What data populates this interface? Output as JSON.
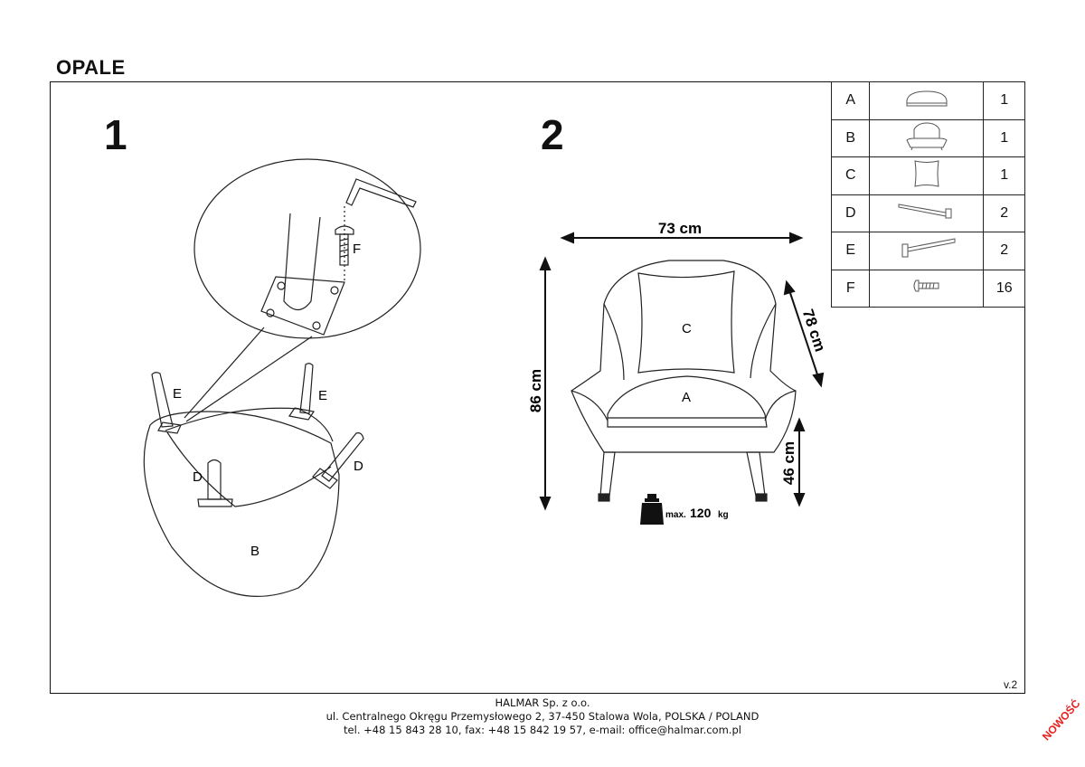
{
  "title": "OPALE",
  "steps": {
    "step1": "1",
    "step2": "2"
  },
  "step1_labels": {
    "e_left": "E",
    "e_right": "E",
    "d_left": "D",
    "d_right": "D",
    "b": "B",
    "f": "F"
  },
  "step2_labels": {
    "c": "C",
    "a": "A"
  },
  "dimensions": {
    "width": "73 cm",
    "depth": "78 cm",
    "height": "86 cm",
    "seat_height": "46 cm"
  },
  "max_load": {
    "prefix": "max.",
    "value": "120",
    "unit": "kg"
  },
  "parts": [
    {
      "label": "A",
      "icon": "seat-cushion-icon",
      "qty": "1"
    },
    {
      "label": "B",
      "icon": "armchair-body-icon",
      "qty": "1"
    },
    {
      "label": "C",
      "icon": "pillow-icon",
      "qty": "1"
    },
    {
      "label": "D",
      "icon": "leg-icon",
      "qty": "2"
    },
    {
      "label": "E",
      "icon": "leg-icon",
      "qty": "2"
    },
    {
      "label": "F",
      "icon": "bolt-icon",
      "qty": "16"
    }
  ],
  "version": "v.2",
  "footer": {
    "company": "HALMAR Sp. z o.o.",
    "address": "ul. Centralnego Okręgu Przemysłowego 2, 37-450 Stalowa Wola, POLSKA / POLAND",
    "contact": "tel. +48 15 843 28 10, fax: +48 15 842 19 57, e-mail: office@halmar.com.pl"
  },
  "badge": "NOWOŚĆ"
}
